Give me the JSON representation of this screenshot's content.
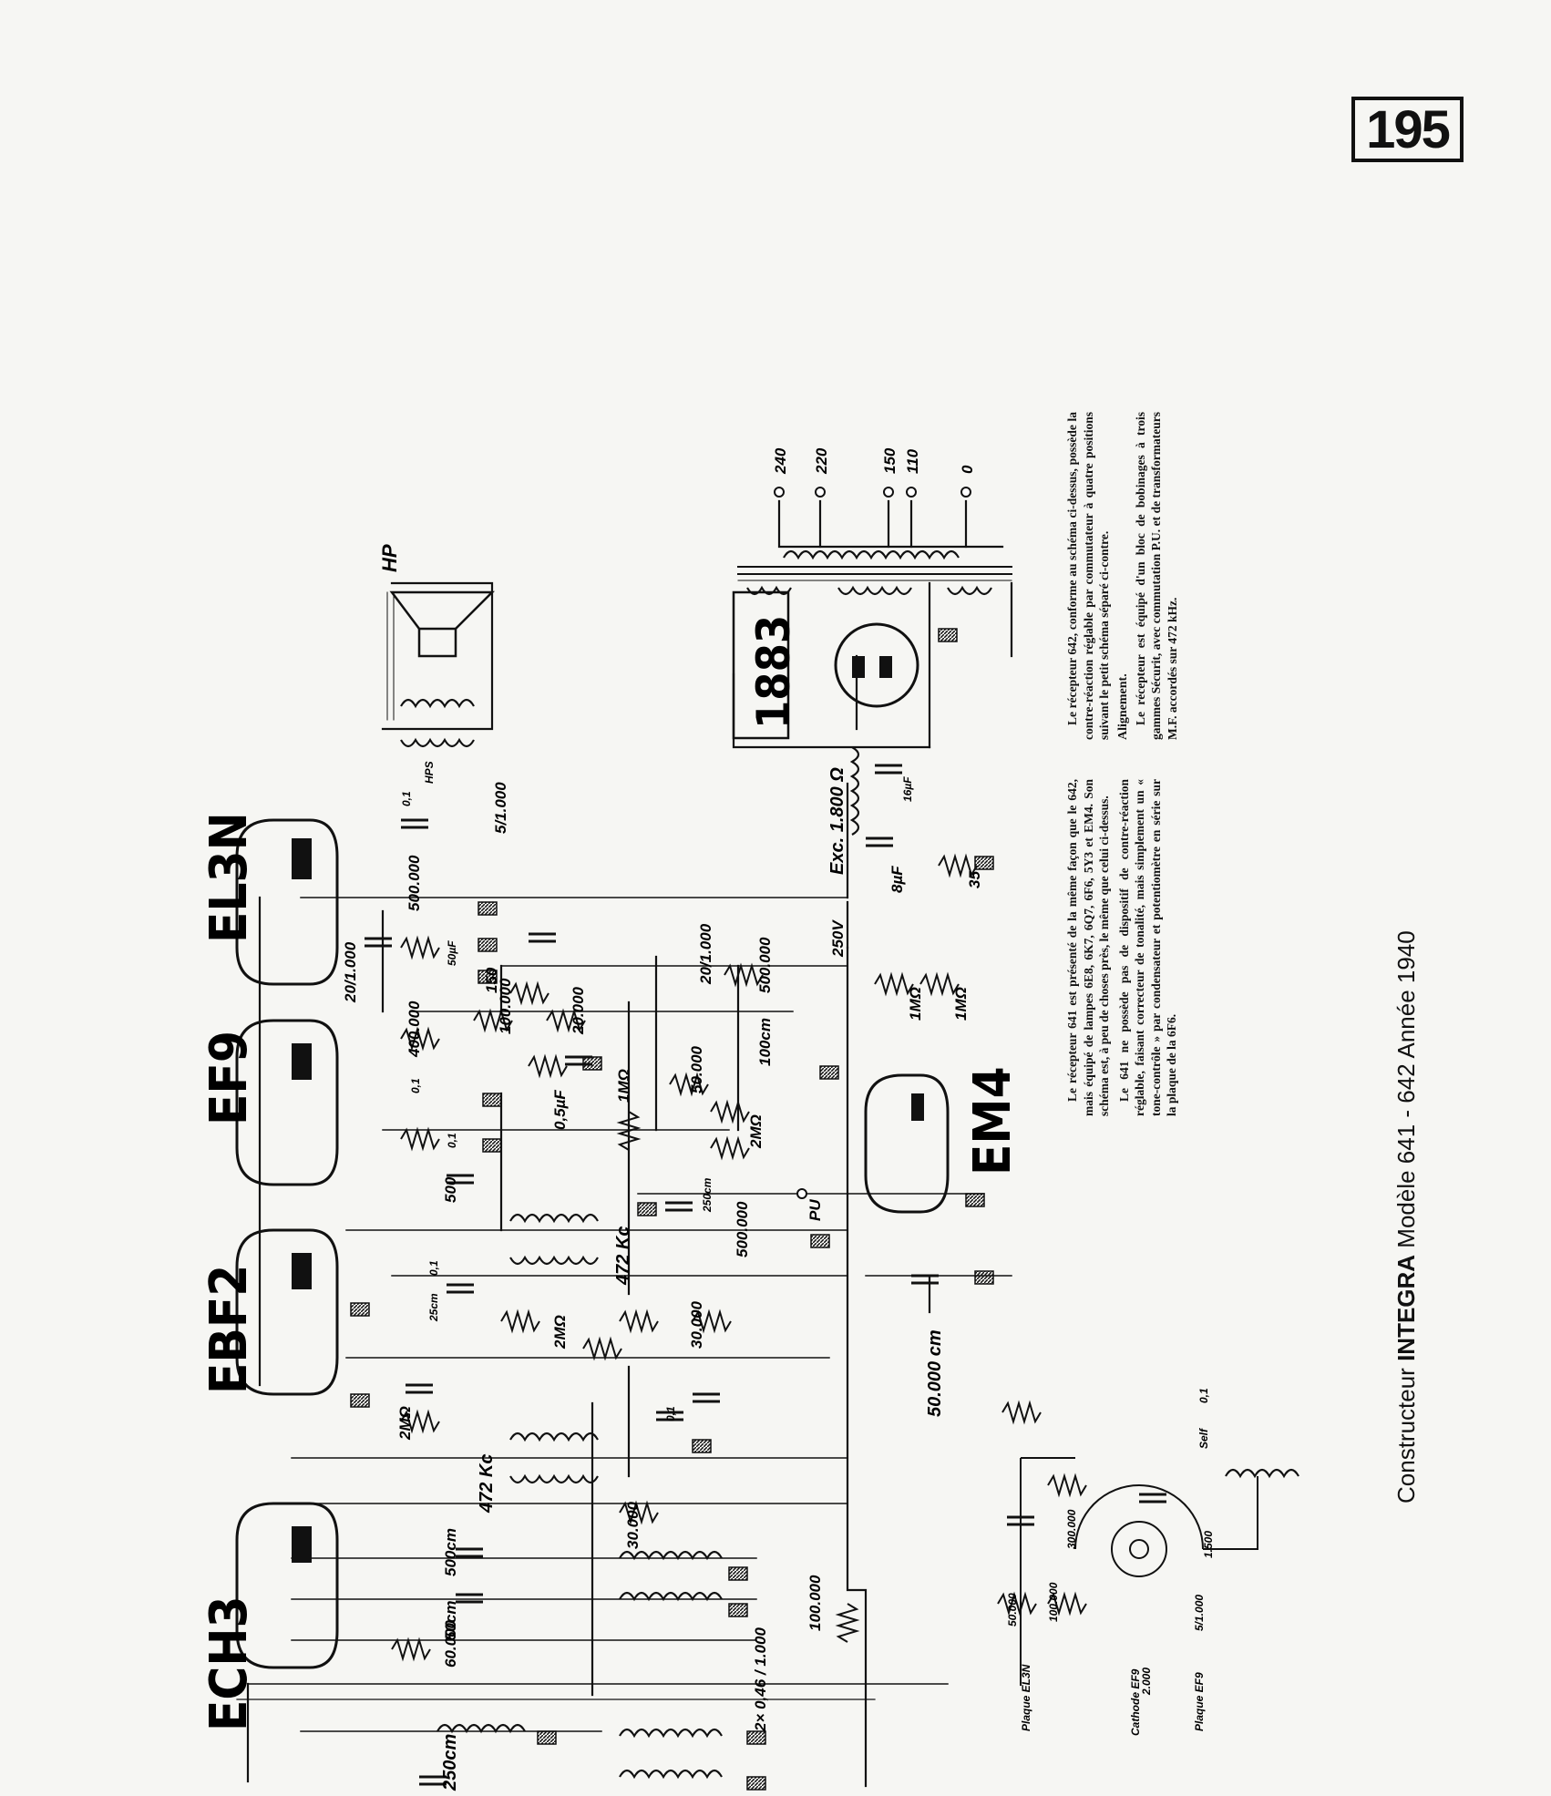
{
  "page_number": "195",
  "tubes": [
    "ECH3",
    "EBF2",
    "EF9",
    "EL3N",
    "EM4",
    "1883"
  ],
  "labels": {
    "hp": "HP",
    "hps": "HPS",
    "pu": "PU",
    "v250": "250V",
    "exc": "Exc. 1.800 Ω",
    "c8": "8µF",
    "c16": "16µF",
    "if1": "472 Kc",
    "if2": "472 Kc",
    "c50000": "50.000 cm",
    "tuning": "2× 0,46 / 1.000",
    "c250": "250cm"
  },
  "values": {
    "r60000": "60.000",
    "c50cm": "50cm",
    "c500cm": "500cm",
    "r30000a": "30.000",
    "r100000": "100.000",
    "r2m_a": "2MΩ",
    "r2m_b": "2MΩ",
    "c25": "25cm",
    "c01a": "0,1",
    "c01b": "0,1",
    "r30000b": "30.000",
    "r500000": "500.000",
    "c250cm": "250cm",
    "r500": "500",
    "c01c": "0,1",
    "c01d": "0,1",
    "r400000": "400.000",
    "c05": "0,5µF",
    "r1m": "1MΩ",
    "r50000": "50.000",
    "r2m_c": "2MΩ",
    "c100": "100cm",
    "r100000b": "100.000",
    "r20000": "20.000",
    "p500000": "500.000",
    "c20_1000a": "20/1.000",
    "c20_1000b": "20/1.000",
    "r150": "150",
    "c50uf": "50µF",
    "r500000b": "500.000",
    "c01e": "0,1",
    "c5_1000": "5/1.000",
    "r1m_a": "1MΩ",
    "r1m_b": "1MΩ",
    "r35": "35",
    "mains": [
      "240",
      "220",
      "150",
      "110",
      "0"
    ]
  },
  "inset": {
    "plaque_el3n": "Plaque EL3N",
    "cathode_ef9": "Cathode EF9",
    "plaque_ef9": "Plaque EF9",
    "r50000": "50.000",
    "r100000": "100.000",
    "r300000": "300.000",
    "r2000": "2.000",
    "c1000": "5/1.000",
    "r1500": "1.500",
    "self": "Self",
    "c01": "0,1"
  },
  "description": {
    "para1": "Le récepteur 641 est présenté de la même façon que le 642, mais équipé de lampes 6E8, 6K7, 6Q7, 6F6, 5Y3 et EM4. Son schéma est, à peu de choses près, le même que celui ci-dessus.",
    "para2": "Le 641 ne possède pas de dispositif de contre-réaction réglable, faisant correcteur de tonalité, mais simplement un « tone-contrôle » par condensateur et potentiomètre en série sur la plaque de la 6F6.",
    "para3": "Le récepteur 642, conforme au schéma ci-dessus, possède la contre-réaction réglable par commutateur à quatre positions suivant le petit schéma séparé ci-contre.",
    "heading": "Alignement.",
    "para4": "Le récepteur est équipé d'un bloc de bobinages à trois gammes Sécurit, avec commutation P.U. et de transformateurs M.F. accordés sur 472 kHz."
  },
  "caption": {
    "prefix": "Constructeur",
    "brand": "INTEGRA",
    "model": "Modèle 641 - 642",
    "year": "Année 1940"
  }
}
